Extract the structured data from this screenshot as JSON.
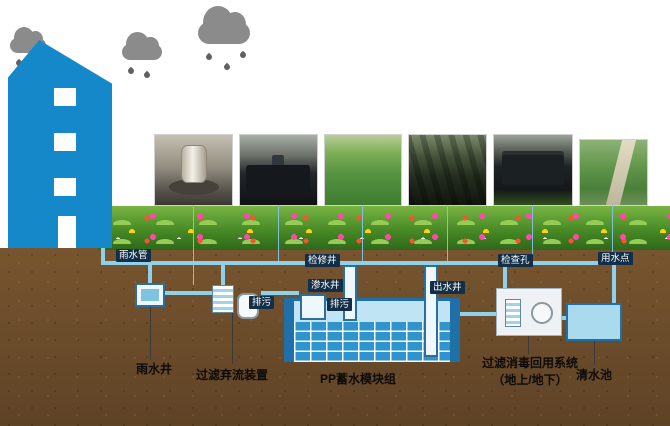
{
  "scene": {
    "labels": {
      "rain_pipe": "雨水管",
      "rain_well": "雨水井",
      "filter_device": "过滤弃流装置",
      "drain_a": "排污",
      "drain_b": "排污",
      "inspection_well": "检修井",
      "seepage_well": "渗水井",
      "pp_module": "PP蓄水模块组",
      "outlet_well": "出水井",
      "inspection_hole": "检查孔",
      "reuse_line1": "过滤消毒回用系统",
      "reuse_line2": "（地上/地下）",
      "clean_pool": "清水池",
      "water_point": "用水点"
    },
    "colors": {
      "building_blue": "#1588c9",
      "soil_brown": "#6e4e2e",
      "grass_green": "#44841f",
      "pipe_blue": "#8fd0ea",
      "module_blue": "#2f93cc",
      "module_wall": "#1f6fa8",
      "pool_blue": "#aadaee",
      "tag_bg": "#132f47",
      "cloud_gray": "#8b8b8b"
    }
  }
}
